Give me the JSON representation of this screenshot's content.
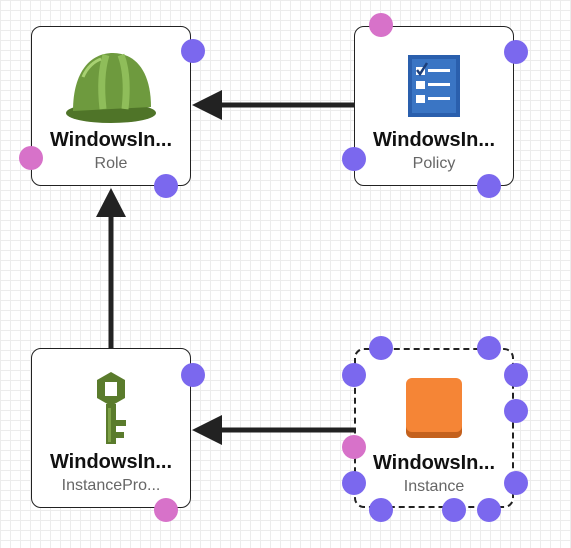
{
  "nodes": {
    "role": {
      "title": "WindowsIn...",
      "subtitle": "Role",
      "icon": "hard-hat-icon"
    },
    "policy": {
      "title": "WindowsIn...",
      "subtitle": "Policy",
      "icon": "checklist-icon"
    },
    "instance_profile": {
      "title": "WindowsIn...",
      "subtitle": "InstancePro...",
      "icon": "key-icon"
    },
    "instance": {
      "title": "WindowsIn...",
      "subtitle": "Instance",
      "icon": "ec2-instance-icon"
    }
  },
  "colors": {
    "handle_default": "#7b68ee",
    "handle_active": "#d772c9",
    "edge": "#222222",
    "helmet_green": "#6e9a3e",
    "key_green": "#5a7b2c",
    "checklist_blue": "#2a5fad",
    "instance_orange": "#f58536"
  }
}
